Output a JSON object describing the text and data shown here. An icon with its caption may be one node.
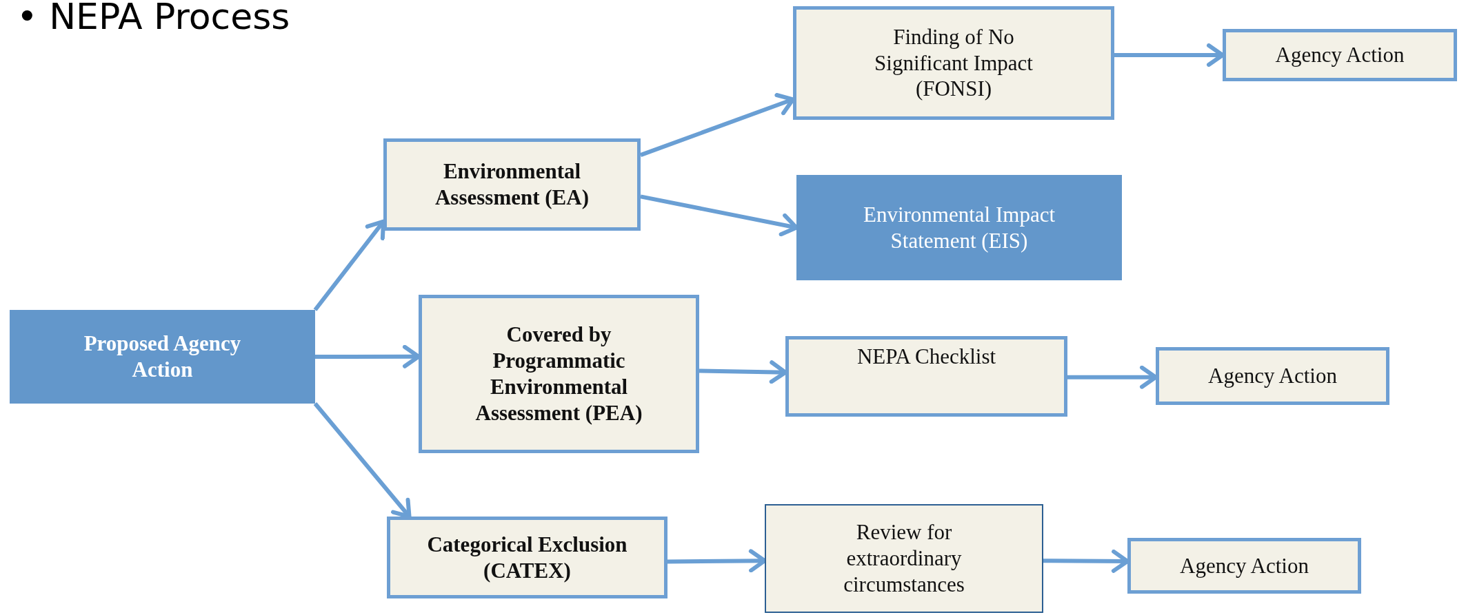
{
  "diagram": {
    "title": "• NEPA Process",
    "nodes": [
      {
        "text": [
          "Proposed Agency Action"
        ]
      },
      {
        "text": [
          "Environmental Assessment (EA)"
        ]
      },
      {
        "text": [
          "Finding of No Significant Impact (FONSI)"
        ]
      },
      {
        "text": [
          "Agency Action"
        ]
      },
      {
        "text": [
          "Environmental Impact Statement (EIS)"
        ]
      },
      {
        "text": [
          "Covered by Programmatic Environmental Assessment (PEA)"
        ]
      },
      {
        "text": [
          "NEPA Checklist"
        ]
      },
      {
        "text": [
          "Agency Action"
        ]
      },
      {
        "text": [
          "Categorical Exclusion (CATEX)"
        ]
      },
      {
        "text": [
          "Review for extraordinary circumstances"
        ]
      },
      {
        "text": [
          "Agency Action"
        ]
      }
    ],
    "edges": [
      {
        "from": 0,
        "to": 1,
        "arrow": "to"
      },
      {
        "from": 0,
        "to": 5,
        "arrow": "to"
      },
      {
        "from": 0,
        "to": 8,
        "arrow": "to"
      },
      {
        "from": 1,
        "to": 2,
        "arrow": "to"
      },
      {
        "from": 1,
        "to": 4,
        "arrow": "to"
      },
      {
        "from": 2,
        "to": 3,
        "arrow": "to"
      },
      {
        "from": 5,
        "to": 6,
        "arrow": "to"
      },
      {
        "from": 6,
        "to": 7,
        "arrow": "to"
      },
      {
        "from": 8,
        "to": 9,
        "arrow": "to"
      },
      {
        "from": 9,
        "to": 10,
        "arrow": "to"
      }
    ]
  }
}
